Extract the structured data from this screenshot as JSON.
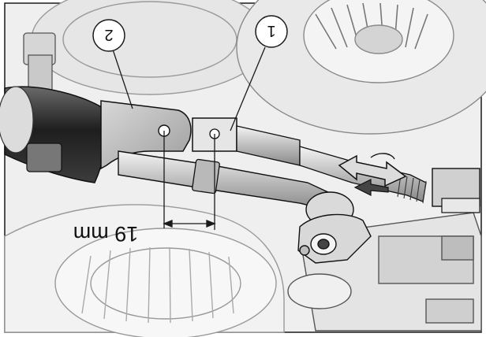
{
  "callouts": [
    {
      "number": "2"
    },
    {
      "number": "1"
    }
  ],
  "dimension": {
    "label": "19 mm"
  },
  "colors": {
    "line": "#1a1a1a",
    "light": "#ececec",
    "mid": "#cfcfcf",
    "dark": "#2b2b2b"
  }
}
